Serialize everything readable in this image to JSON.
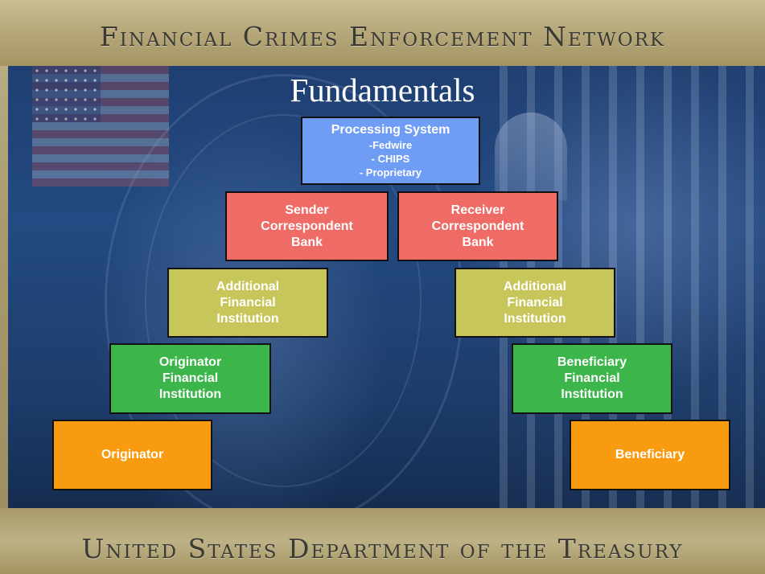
{
  "slide": {
    "top_banner": "Financial Crimes Enforcement Network",
    "bottom_banner": "United States Department of the Treasury",
    "heading": "Fundamentals"
  },
  "diagram": {
    "processing_system": {
      "title": "Processing System",
      "items": [
        "-Fedwire",
        "- CHIPS",
        "- Proprietary"
      ]
    },
    "sender_correspondent": [
      "Sender",
      "Correspondent",
      "Bank"
    ],
    "receiver_correspondent": [
      "Receiver",
      "Correspondent",
      "Bank"
    ],
    "additional_left": [
      "Additional",
      "Financial",
      "Institution"
    ],
    "additional_right": [
      "Additional",
      "Financial",
      "Institution"
    ],
    "originator_fi": [
      "Originator",
      "Financial",
      "Institution"
    ],
    "beneficiary_fi": [
      "Beneficiary",
      "Financial",
      "Institution"
    ],
    "originator": "Originator",
    "beneficiary": "Beneficiary"
  },
  "colors": {
    "processing": "#6f9cf5",
    "correspondent": "#ef6b66",
    "additional": "#c7c65b",
    "institution": "#3cb54a",
    "party": "#f99b11"
  }
}
